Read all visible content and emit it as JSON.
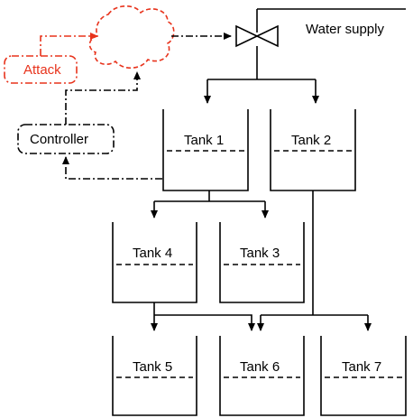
{
  "labels": {
    "water_supply": "Water supply",
    "attack": "Attack",
    "controller": "Controller"
  },
  "tanks": [
    {
      "id": "tank1",
      "label": "Tank 1"
    },
    {
      "id": "tank2",
      "label": "Tank 2"
    },
    {
      "id": "tank4",
      "label": "Tank 4"
    },
    {
      "id": "tank3",
      "label": "Tank 3"
    },
    {
      "id": "tank5",
      "label": "Tank 5"
    },
    {
      "id": "tank6",
      "label": "Tank 6"
    },
    {
      "id": "tank7",
      "label": "Tank 7"
    }
  ],
  "colors": {
    "line": "#000000",
    "attack": "#e8331c"
  }
}
